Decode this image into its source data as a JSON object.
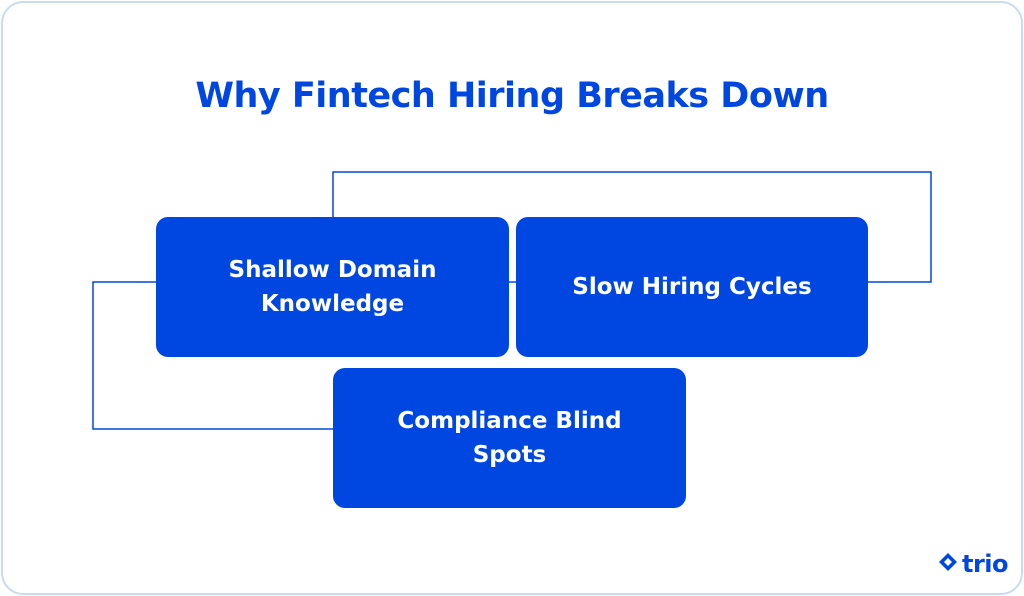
{
  "title": "Why Fintech Hiring Breaks Down",
  "nodes": [
    {
      "label": "Shallow Domain Knowledge"
    },
    {
      "label": "Slow Hiring Cycles"
    },
    {
      "label": "Compliance Blind Spots"
    }
  ],
  "logo": {
    "text": "trio",
    "icon": "trio-logo-icon"
  },
  "colors": {
    "accent": "#0046e0",
    "border": "#c9dbf3",
    "background": "#ffffff",
    "box_text": "#ffffff"
  }
}
